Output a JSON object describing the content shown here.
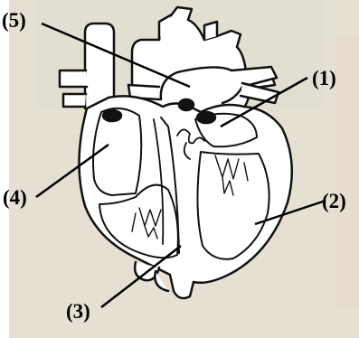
{
  "figure": {
    "labels": {
      "l1": "(1)",
      "l2": "(2)",
      "l3": "(3)",
      "l4": "(4)",
      "l5": "(5)"
    },
    "colors": {
      "paper": "#ebe3d6",
      "outline": "#111111",
      "fill": "#ffffff"
    }
  }
}
